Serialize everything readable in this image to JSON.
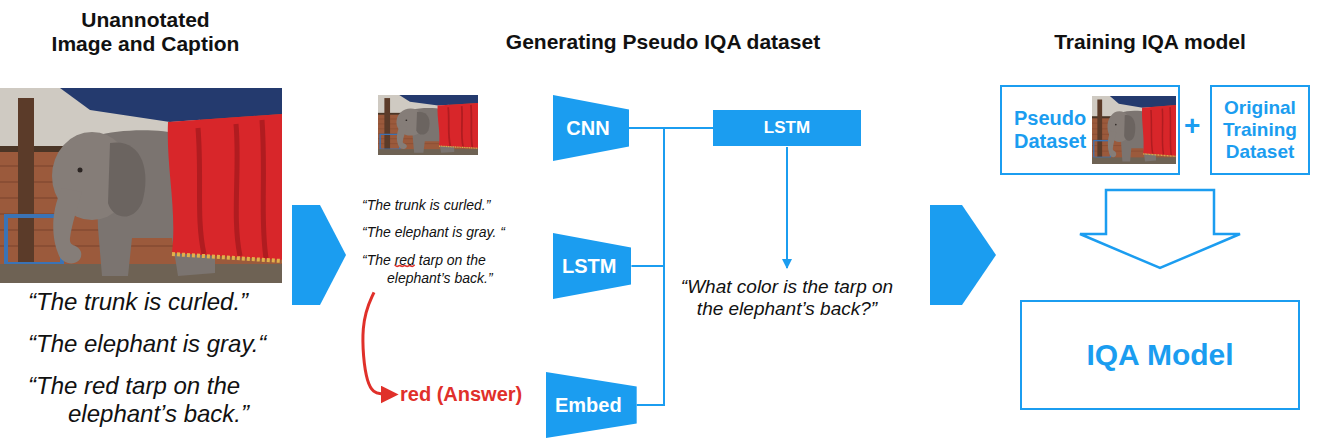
{
  "diagram": {
    "nodes": [
      {
        "text": [
          "CNN"
        ]
      },
      {
        "text": [
          "LSTM"
        ]
      },
      {
        "text": [
          "Embed"
        ]
      },
      {
        "text": [
          "LSTM"
        ]
      },
      {
        "text": [
          "Pseudo Dataset"
        ]
      },
      {
        "text": [
          "Original Training Dataset"
        ]
      },
      {
        "text": [
          "IQA Model"
        ]
      }
    ],
    "edges": [
      {
        "from": 0,
        "to": 3,
        "arrow": "none"
      },
      {
        "from": 1,
        "to": 3,
        "arrow": "none"
      },
      {
        "from": 2,
        "to": 3,
        "arrow": "none"
      }
    ],
    "labels": [
      "Unannotated Image and Caption",
      "Generating Pseudo IQA dataset",
      "Training IQA model",
      "“The trunk is curled.”",
      "“The elephant is gray.“",
      "“The red tarp on the elephant’s back.”",
      "“The trunk is curled.”",
      "“The elephant is gray. “",
      "“The red tarp on the elephant’s back.”",
      "red (Answer)",
      "“What color is the tarp on the elephant’s back?”",
      "+"
    ]
  }
}
